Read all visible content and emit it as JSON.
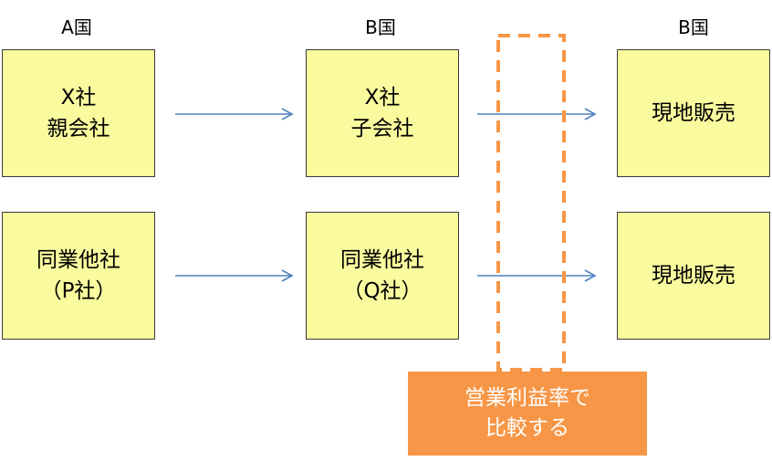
{
  "columns": {
    "col1": "A国",
    "col2": "B国",
    "col3": "B国"
  },
  "row1": {
    "box1": [
      "X社",
      "親会社"
    ],
    "box2": [
      "X社",
      "子会社"
    ],
    "box3": "現地販売"
  },
  "row2": {
    "box1": [
      "同業他社",
      "（P社）"
    ],
    "box2": [
      "同業他社",
      "（Q社）"
    ],
    "box3": "現地販売"
  },
  "comparison": {
    "lines": [
      "営業利益率で",
      "比較する"
    ]
  },
  "colors": {
    "box_fill": "#fafa9e",
    "arrow": "#4f81bd",
    "highlight": "#f79646"
  }
}
